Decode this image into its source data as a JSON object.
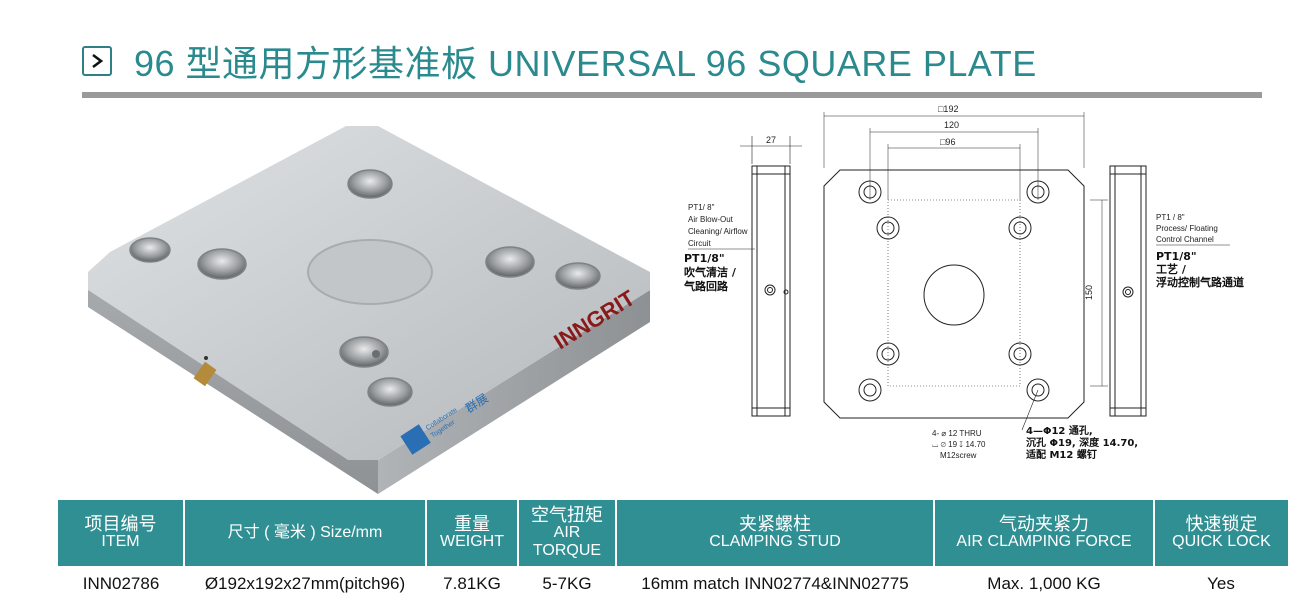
{
  "header": {
    "title": "96 型通用方形基准板  UNIVERSAL 96 SQUARE PLATE"
  },
  "photo": {
    "logo_text": "INNGRIT",
    "badge_line1": "Collaborate",
    "badge_line2": "Together",
    "badge_cn": "群展"
  },
  "drawing": {
    "dim_side_width": "27",
    "dim_outer": "□192",
    "dim_120": "120",
    "dim_inner": "□96",
    "dim_150": "150",
    "left_note_en": [
      "PT1/ 8\"",
      "Air Blow-Out",
      "Cleaning/ Airflow",
      "Circuit"
    ],
    "left_note_cn": [
      "PT1/8\"",
      "吹气清洁 /",
      "气路回路"
    ],
    "right_note_en": [
      "PT1 / 8\"",
      "Process/ Floating",
      "Control Channel"
    ],
    "right_note_cn": [
      "PT1/8\"",
      "工艺 /",
      "浮动控制气路通道"
    ],
    "hole_note_en": [
      "4- ⌀ 12 THRU",
      "⌴ ⌀ 19 ↧ 14.70",
      "M12screw"
    ],
    "hole_note_cn": [
      "4—Φ12 通孔,",
      "沉孔 Φ19, 深度 14.70,",
      "适配 M12 螺钉"
    ]
  },
  "table": {
    "headers": [
      {
        "zh": "项目编号",
        "en": "ITEM"
      },
      {
        "zh": "",
        "en": "尺寸 ( 毫米 ) Size/mm"
      },
      {
        "zh": "重量",
        "en": "WEIGHT"
      },
      {
        "zh": "空气扭矩",
        "en": "AIR TORQUE"
      },
      {
        "zh": "夹紧螺柱",
        "en": "CLAMPING STUD"
      },
      {
        "zh": "气动夹紧力",
        "en": "AIR CLAMPING FORCE"
      },
      {
        "zh": "快速锁定",
        "en": "QUICK LOCK"
      }
    ],
    "rows": [
      [
        "INN02786",
        "Ø192x192x27mm(pitch96)",
        "7.81KG",
        "5-7KG",
        "16mm match INN02774&INN02775",
        "Max. 1,000 KG",
        "Yes"
      ]
    ]
  },
  "colors": {
    "accent": "#2f8f93",
    "title": "#2a8a8e",
    "rule": "#9a9a9a"
  }
}
